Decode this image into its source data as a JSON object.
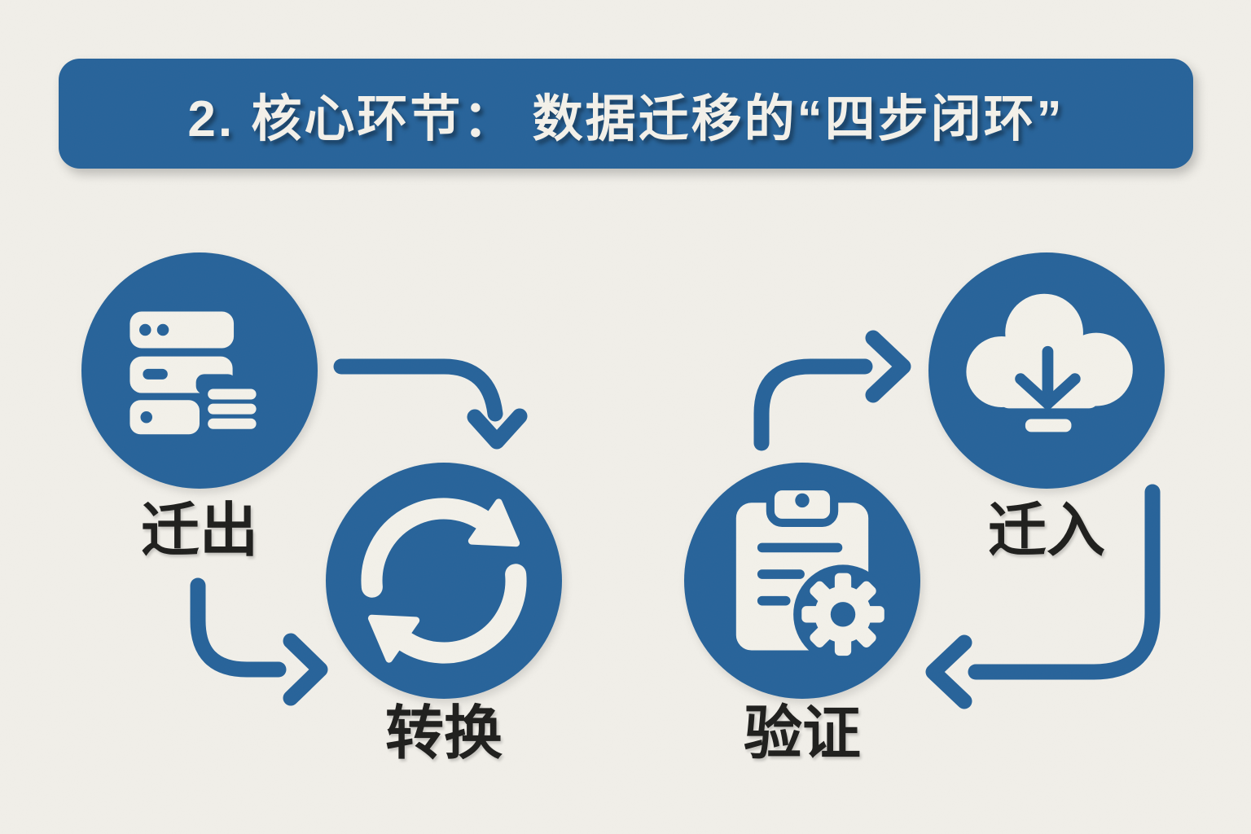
{
  "title_bar": {
    "text": "2. 核心环节： 数据迁移的“四步闭环”"
  },
  "steps": [
    {
      "label": "迁出",
      "icon": "server-stack-icon"
    },
    {
      "label": "转换",
      "icon": "sync-arrows-icon"
    },
    {
      "label": "验证",
      "icon": "clipboard-gear-icon"
    },
    {
      "label": "迁入",
      "icon": "cloud-download-icon"
    }
  ],
  "arrows": [
    {
      "name": "arrow-export-to-transform-top",
      "direction": "down"
    },
    {
      "name": "arrow-export-to-transform-left",
      "direction": "right"
    },
    {
      "name": "arrow-verify-to-import",
      "direction": "right"
    },
    {
      "name": "arrow-import-to-verify",
      "direction": "left"
    }
  ],
  "colors": {
    "accent_blue": "#27639a",
    "background": "#f1efe9",
    "label_text": "#1f1f1d",
    "title_text": "#f4f1ea",
    "icon_white": "#f3f1ea"
  }
}
